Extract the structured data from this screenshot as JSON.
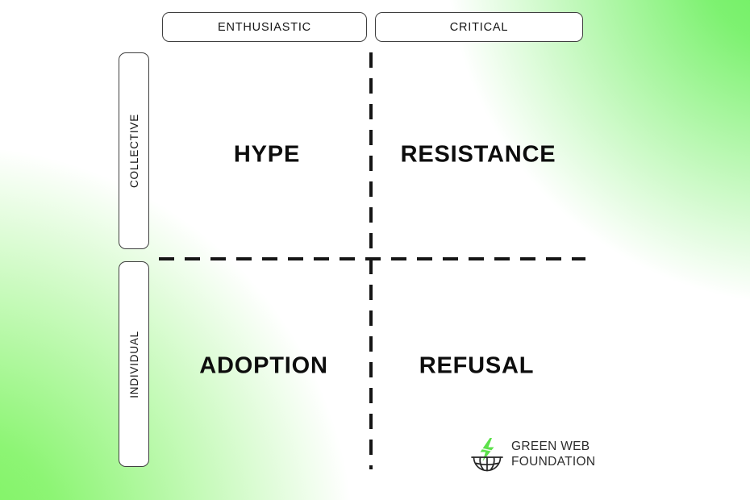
{
  "diagram": {
    "type": "2x2-quadrant-matrix",
    "x_axis_labels": [
      {
        "label": "ENTHUSIASTIC"
      },
      {
        "label": "CRITICAL"
      }
    ],
    "y_axis_labels": [
      {
        "label": "COLLECTIVE"
      },
      {
        "label": "INDIVIDUAL"
      }
    ],
    "quadrants": [
      {
        "position": "top-left",
        "x": "ENTHUSIASTIC",
        "y": "COLLECTIVE",
        "label": "HYPE"
      },
      {
        "position": "top-right",
        "x": "CRITICAL",
        "y": "COLLECTIVE",
        "label": "RESISTANCE"
      },
      {
        "position": "bottom-left",
        "x": "ENTHUSIASTIC",
        "y": "INDIVIDUAL",
        "label": "ADOPTION"
      },
      {
        "position": "bottom-right",
        "x": "CRITICAL",
        "y": "INDIVIDUAL",
        "label": "REFUSAL"
      }
    ]
  },
  "logo": {
    "line1": "GREEN WEB",
    "line2": "FOUNDATION",
    "icon": "lightning-bolt-over-half-globe"
  },
  "colors": {
    "background_green_bottom_left": "#79f35c",
    "background_green_top_right": "#67ef58",
    "background_base": "#ffffff",
    "line_color": "#151515",
    "text_color": "#0d0d0d",
    "logo_green": "#5ce14a",
    "logo_text": "#2d2d2d"
  }
}
